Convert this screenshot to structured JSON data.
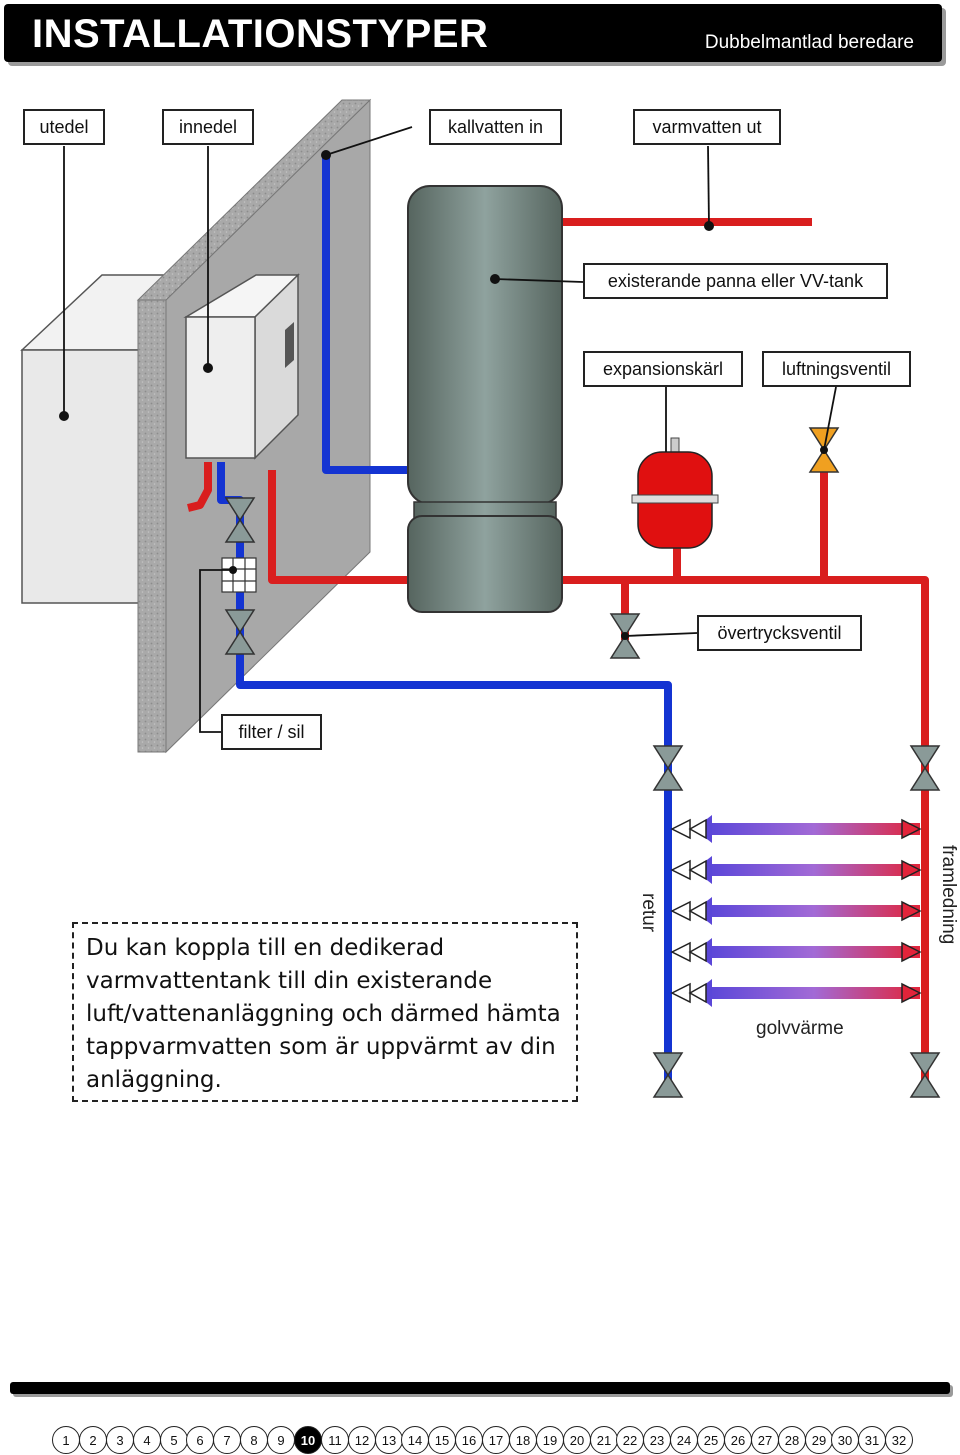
{
  "header": {
    "title": "INSTALLATIONSTYPER",
    "subtitle": "Dubbelmantlad beredare"
  },
  "labels": {
    "utedel": "utedel",
    "innedel": "innedel",
    "kallvatten_in": "kallvatten in",
    "varmvatten_ut": "varmvatten ut",
    "existerande_panna": "existerande panna eller VV-tank",
    "expansionskarl": "expansionskärl",
    "luftningsventil": "luftningsventil",
    "overtrycksventil": "övertrycksventil",
    "filter_sil": "filter / sil",
    "retur": "retur",
    "framledning": "framledning",
    "golvvarme": "golvvärme"
  },
  "note": "Du kan koppla till en dedikerad varmvattentank till din existerande luft/vattenanläggning och därmed hämta tappvarmvatten som är uppvärmt av din anläggning.",
  "colors": {
    "hot": "#d91e1e",
    "cold": "#1434d2",
    "tank": "#6e8280",
    "expansion": "#e01010"
  },
  "pagination": {
    "pages": [
      "1",
      "2",
      "3",
      "4",
      "5",
      "6",
      "7",
      "8",
      "9",
      "10",
      "11",
      "12",
      "13",
      "14",
      "15",
      "16",
      "17",
      "18",
      "19",
      "20",
      "21",
      "22",
      "23",
      "24",
      "25",
      "26",
      "27",
      "28",
      "29",
      "30",
      "31",
      "32"
    ],
    "current": "10"
  }
}
